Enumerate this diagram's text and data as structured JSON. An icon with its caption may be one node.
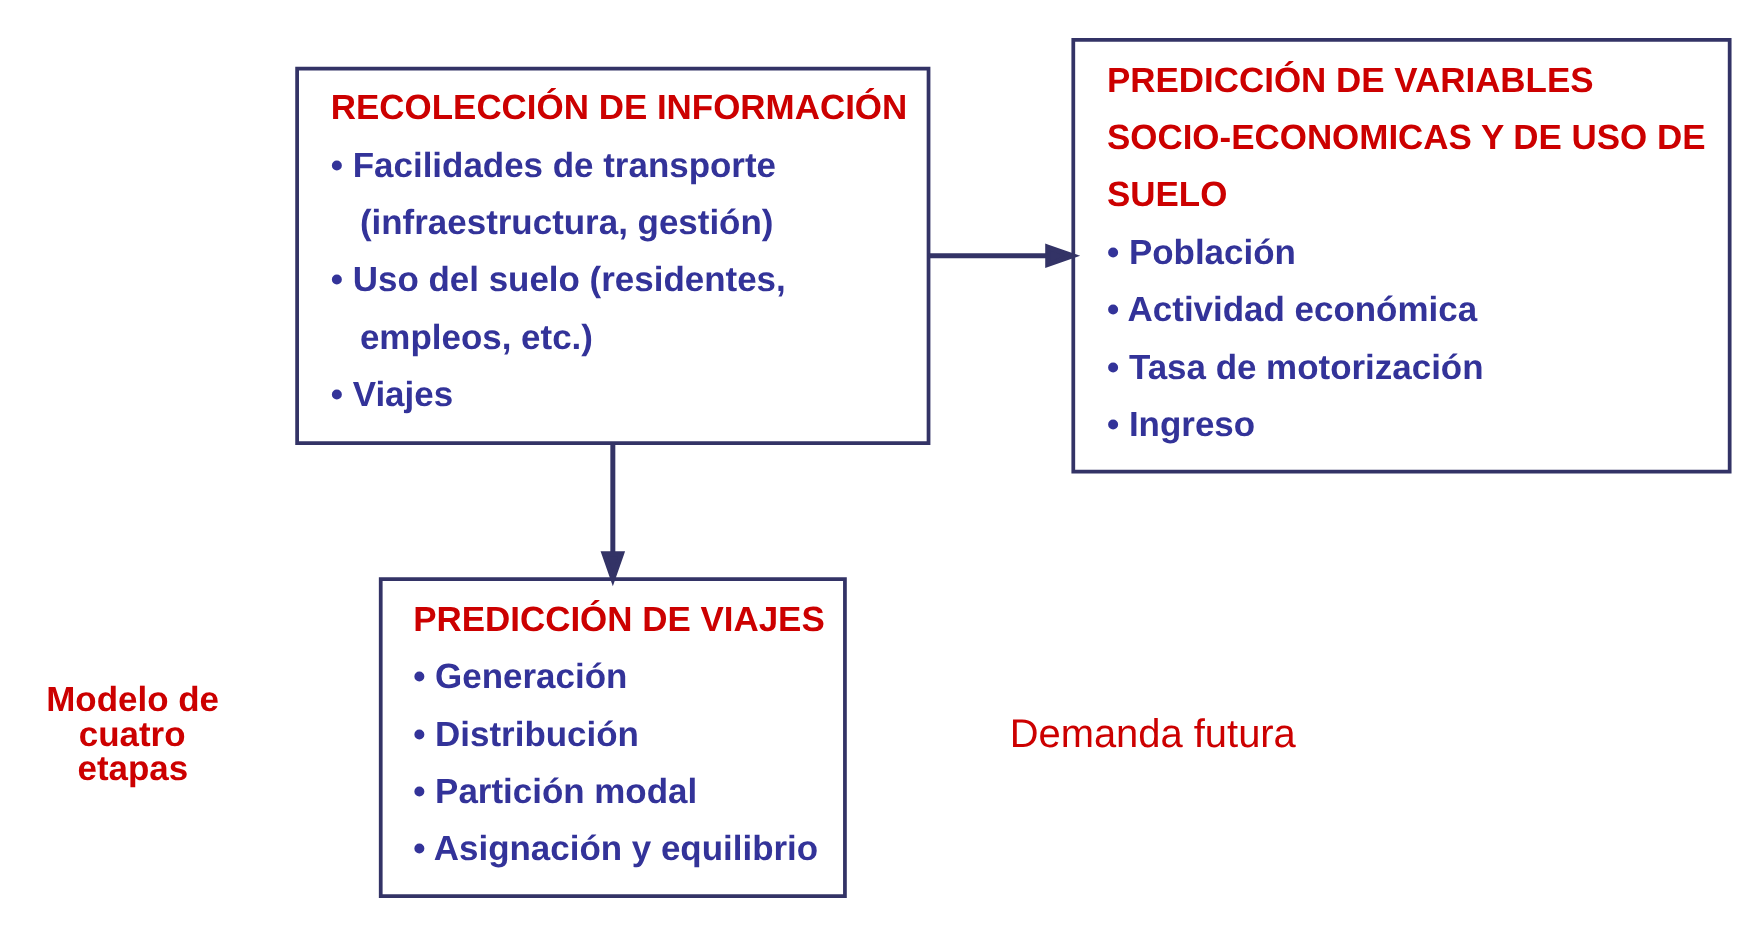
{
  "diagram": {
    "nodes": [
      {
        "text": [
          "RECOLECCIÓN DE INFORMACIÓN",
          "• Facilidades de transporte (infraestructura, gestión)",
          "• Uso del suelo (residentes, empleos, etc.)",
          "• Viajes"
        ]
      },
      {
        "text": [
          "PREDICCIÓN DE VARIABLES SOCIO-ECONOMICAS Y DE USO DE SUELO",
          "• Población",
          "• Actividad económica",
          "• Tasa de motorización",
          "• Ingreso"
        ]
      },
      {
        "text": [
          "PREDICCIÓN DE VIAJES",
          "• Generación",
          "• Distribución",
          "• Partición modal",
          "• Asignación y equilibrio"
        ]
      }
    ],
    "edges": [
      {
        "from": 0,
        "to": 1,
        "arrow": "to"
      },
      {
        "from": 0,
        "to": 2,
        "arrow": "to"
      }
    ],
    "labels": [
      "Modelo de cuatro etapas",
      "Demanda futura"
    ]
  }
}
